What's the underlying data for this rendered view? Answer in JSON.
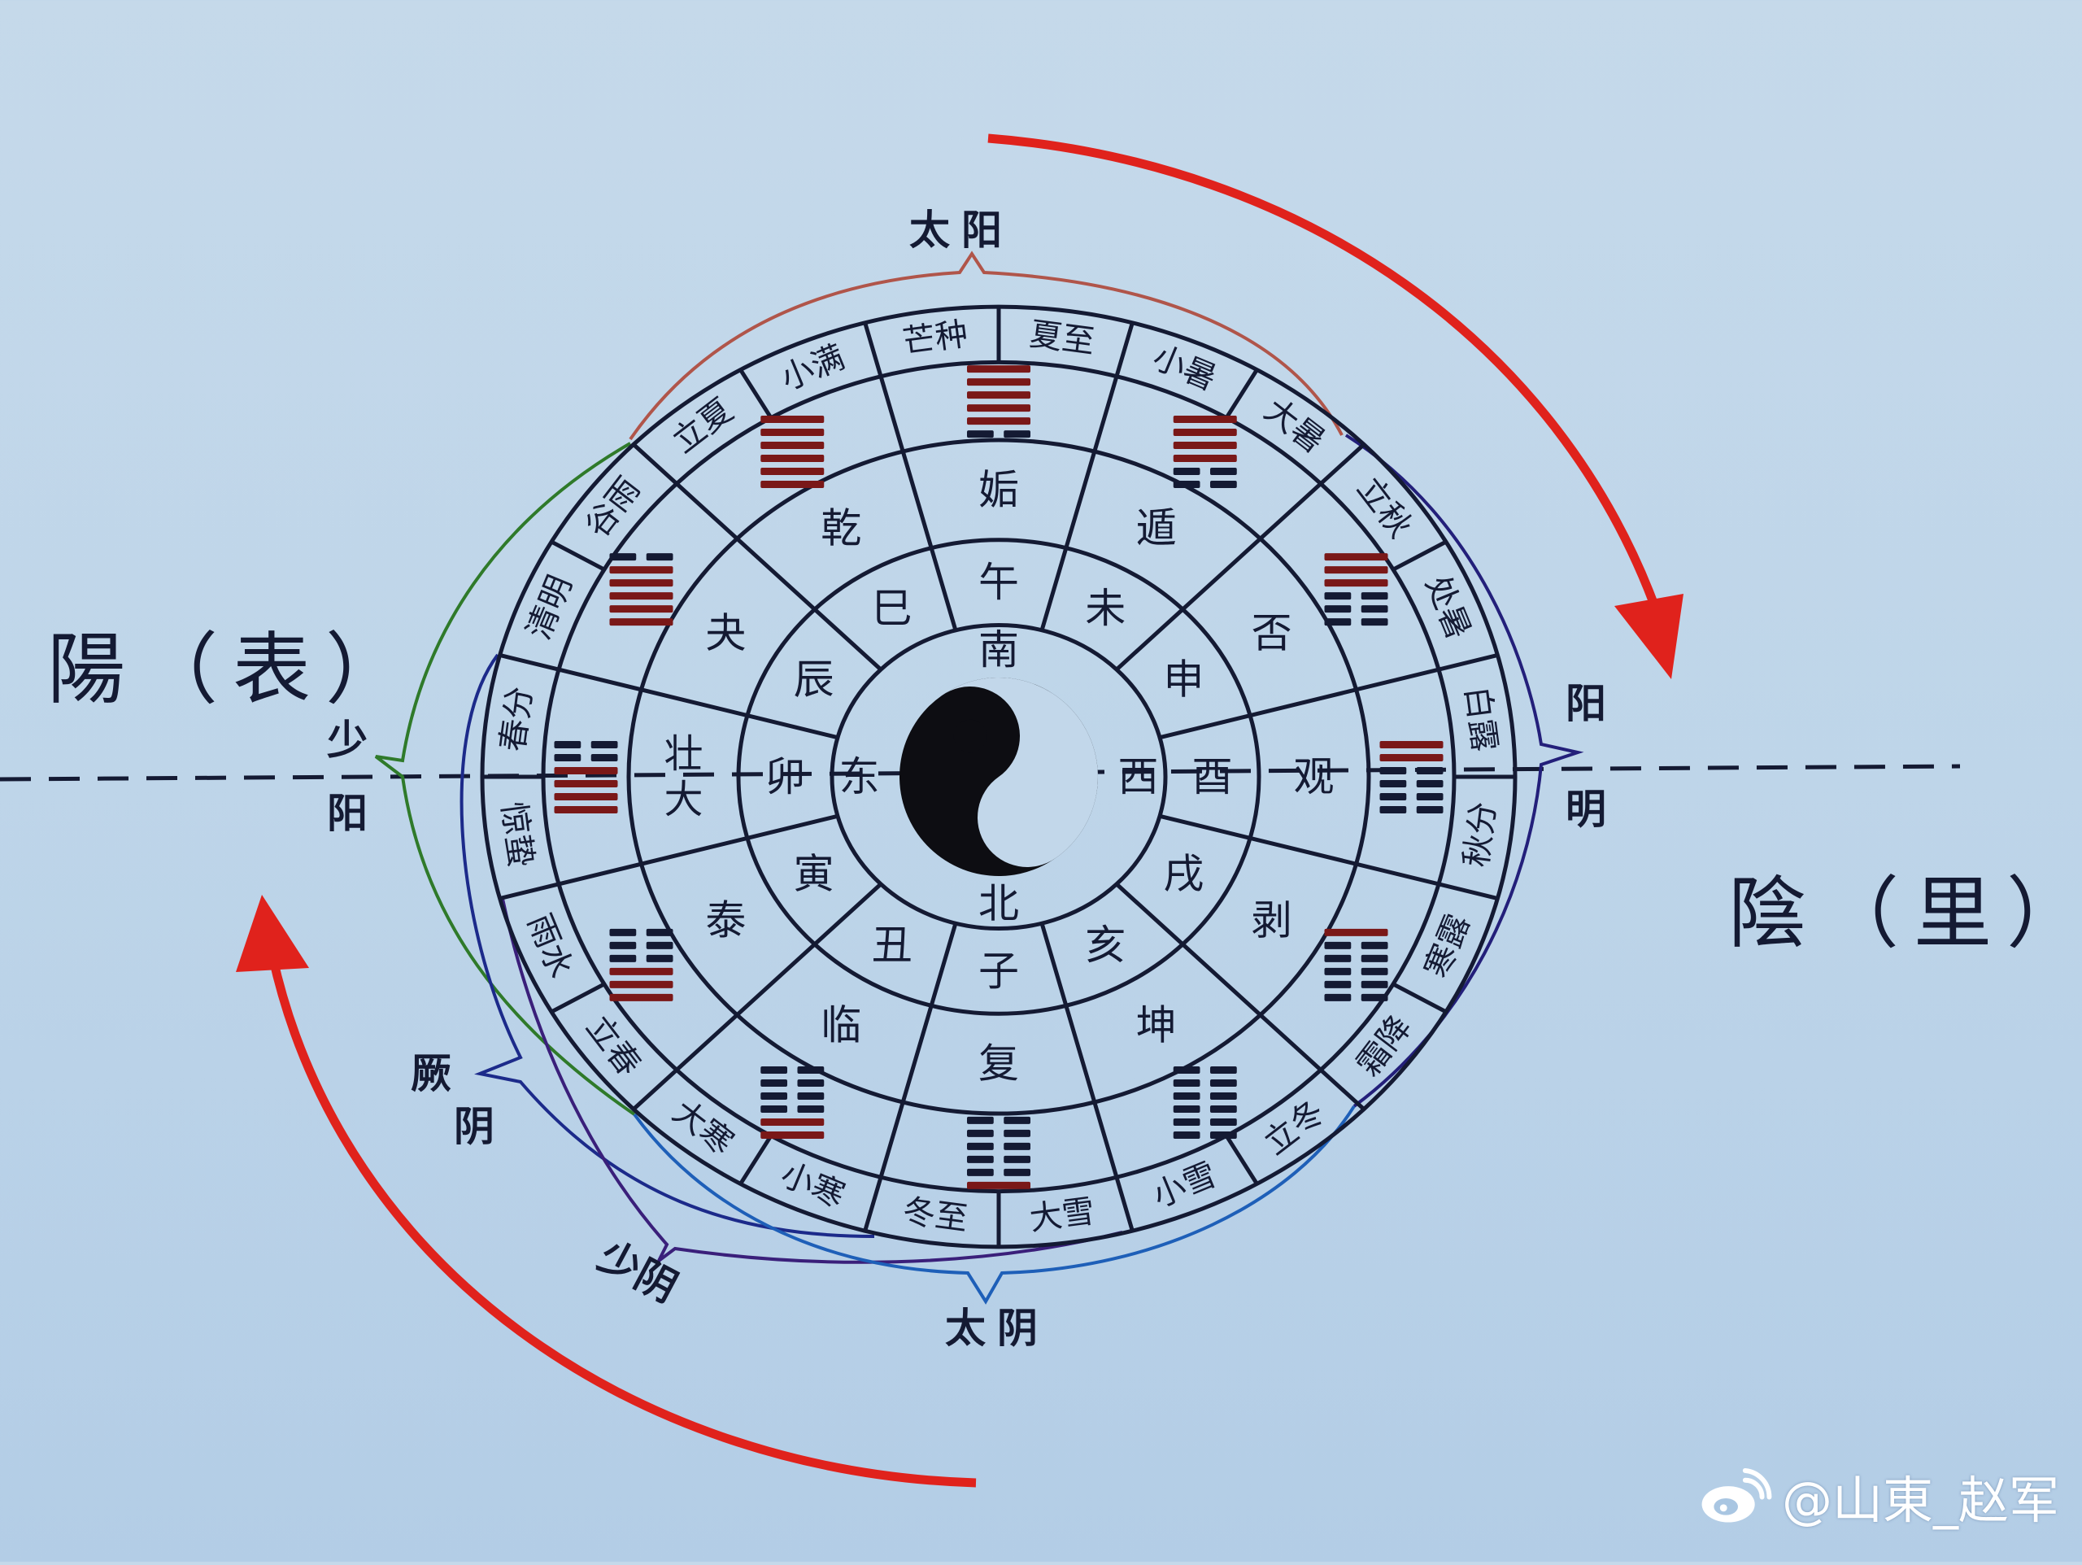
{
  "labels": {
    "yang_surface": "陽（表）",
    "yin_interior": "陰（里）",
    "taiyang": "太阳",
    "yangming_top": "阳",
    "yangming_bottom": "明",
    "shaoyang_top": "少",
    "shaoyang_bottom": "阳",
    "jueyin_top": "厥",
    "jueyin_bottom": "阴",
    "shaoyin": "少阴",
    "taiyin": "太阴"
  },
  "center": {
    "directions": {
      "south": "南",
      "north": "北",
      "east": "东",
      "west": "西"
    },
    "icon": "yin-yang-icon"
  },
  "sectors": [
    {
      "branch": "午",
      "hexagram": "姤",
      "lines": [
        1,
        1,
        1,
        1,
        1,
        0
      ],
      "terms": [
        "芒种",
        "夏至"
      ]
    },
    {
      "branch": "未",
      "hexagram": "遁",
      "lines": [
        1,
        1,
        1,
        1,
        0,
        0
      ],
      "terms": [
        "小暑",
        "大暑"
      ]
    },
    {
      "branch": "申",
      "hexagram": "否",
      "lines": [
        1,
        1,
        1,
        0,
        0,
        0
      ],
      "terms": [
        "立秋",
        "处暑"
      ]
    },
    {
      "branch": "酉",
      "hexagram": "观",
      "lines": [
        1,
        1,
        0,
        0,
        0,
        0
      ],
      "terms": [
        "白露",
        "秋分"
      ]
    },
    {
      "branch": "戌",
      "hexagram": "剥",
      "lines": [
        1,
        0,
        0,
        0,
        0,
        0
      ],
      "terms": [
        "寒露",
        "霜降"
      ]
    },
    {
      "branch": "亥",
      "hexagram": "坤",
      "lines": [
        0,
        0,
        0,
        0,
        0,
        0
      ],
      "terms": [
        "立冬",
        "小雪"
      ]
    },
    {
      "branch": "子",
      "hexagram": "复",
      "lines": [
        0,
        0,
        0,
        0,
        0,
        1
      ],
      "terms": [
        "大雪",
        "冬至"
      ]
    },
    {
      "branch": "丑",
      "hexagram": "临",
      "lines": [
        0,
        0,
        0,
        0,
        1,
        1
      ],
      "terms": [
        "小寒",
        "大寒"
      ]
    },
    {
      "branch": "寅",
      "hexagram": "泰",
      "lines": [
        0,
        0,
        0,
        1,
        1,
        1
      ],
      "terms": [
        "立春",
        "雨水"
      ]
    },
    {
      "branch": "卯",
      "hexagram": "大壮",
      "lines": [
        0,
        0,
        1,
        1,
        1,
        1
      ],
      "terms": [
        "惊蛰",
        "春分"
      ]
    },
    {
      "branch": "辰",
      "hexagram": "夬",
      "lines": [
        0,
        1,
        1,
        1,
        1,
        1
      ],
      "terms": [
        "清明",
        "谷雨"
      ]
    },
    {
      "branch": "巳",
      "hexagram": "乾",
      "lines": [
        1,
        1,
        1,
        1,
        1,
        1
      ],
      "terms": [
        "立夏",
        "小满"
      ]
    }
  ],
  "colors": {
    "background": "#c2d7ea",
    "ink": "#141a33",
    "yang_line": "#7a1818",
    "yin_line": "#141a33",
    "arrow": "#e0221c",
    "taiyang_brace": "#b0554a",
    "yangming_brace": "#231f7a",
    "shaoyang_brace": "#2f7a2a",
    "jueyin_brace": "#1c2a8a",
    "shaoyin_brace": "#3a1f7a",
    "taiyin_brace": "#1e5fb8"
  },
  "watermark": {
    "icon": "weibo-icon",
    "text": "@山東_赵军"
  }
}
